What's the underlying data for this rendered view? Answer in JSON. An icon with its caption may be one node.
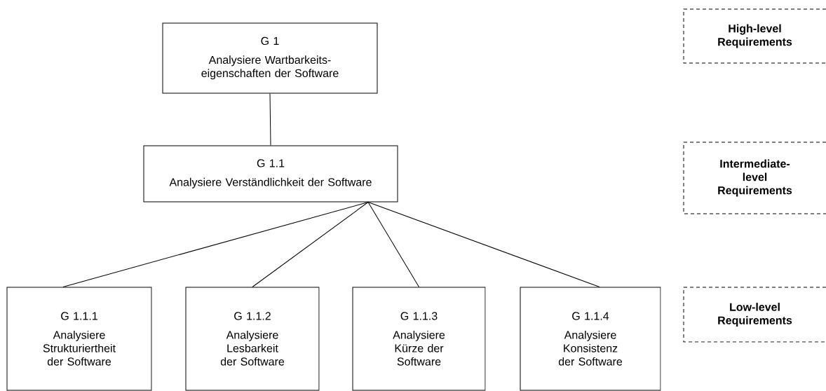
{
  "diagram": {
    "nodes": [
      {
        "text": [
          "G 1",
          "Analysiere Wartbarkeits- eigenschaften der Software"
        ]
      },
      {
        "text": [
          "G 1.1",
          "Analysiere Verständlichkeit der Software"
        ]
      },
      {
        "text": [
          "G 1.1.1",
          "Analysiere Strukturiertheit der Software"
        ]
      },
      {
        "text": [
          "G 1.1.2",
          "Analysiere Lesbarkeit der Software"
        ]
      },
      {
        "text": [
          "G 1.1.3",
          "Analysiere Kürze der Software"
        ]
      },
      {
        "text": [
          "G 1.1.4",
          "Analysiere Konsistenz der Software"
        ]
      },
      {
        "text": [
          "High-level Requirements"
        ]
      },
      {
        "text": [
          "Intermediate- level Requirements"
        ]
      },
      {
        "text": [
          "Low-level Requirements"
        ]
      }
    ],
    "edges": [
      {
        "from": 0,
        "to": 1,
        "arrow": "none"
      },
      {
        "from": 1,
        "to": 2,
        "arrow": "none"
      },
      {
        "from": 1,
        "to": 3,
        "arrow": "none"
      },
      {
        "from": 1,
        "to": 4,
        "arrow": "none"
      },
      {
        "from": 1,
        "to": 5,
        "arrow": "none"
      }
    ]
  }
}
